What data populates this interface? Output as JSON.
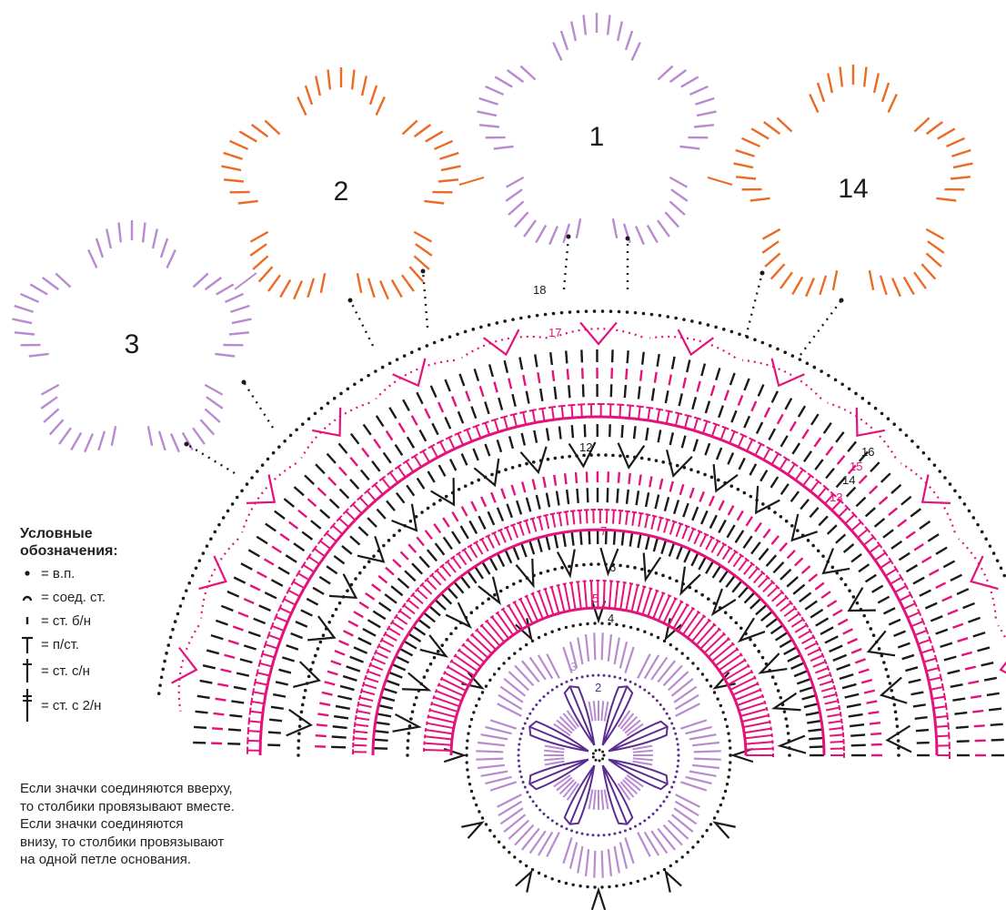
{
  "colors": {
    "black": "#1a1a1a",
    "magenta": "#e4127a",
    "lilac": "#b88ad0",
    "violet": "#5c2d91",
    "orange": "#ec6a24"
  },
  "motifs": [
    {
      "label": "1",
      "color": "lilac"
    },
    {
      "label": "2",
      "color": "orange"
    },
    {
      "label": "14",
      "color": "orange"
    },
    {
      "label": "3",
      "color": "lilac"
    }
  ],
  "row_labels": [
    "2",
    "3",
    "4",
    "5",
    "6",
    "7",
    "12",
    "13",
    "14",
    "15",
    "16",
    "17",
    "18"
  ],
  "legend": {
    "title_line1": "Условные",
    "title_line2": "обозначения:",
    "items": [
      {
        "icon": "chain-stitch-icon",
        "text": "= в.п."
      },
      {
        "icon": "slip-stitch-icon",
        "text": "= соед. ст."
      },
      {
        "icon": "single-crochet-icon",
        "text": "= ст. б/н"
      },
      {
        "icon": "half-double-crochet-icon",
        "text": "= п/ст."
      },
      {
        "icon": "double-crochet-icon",
        "text": "= ст. с/н"
      },
      {
        "icon": "treble-crochet-icon",
        "text": "= ст. с 2/н"
      }
    ]
  },
  "note": {
    "lines": [
      "Если значки соединяются вверху,",
      "то столбики провязывают вместе.",
      "Если значки соединяются",
      "внизу, то столбики провязывают",
      "на одной петле основания."
    ]
  }
}
